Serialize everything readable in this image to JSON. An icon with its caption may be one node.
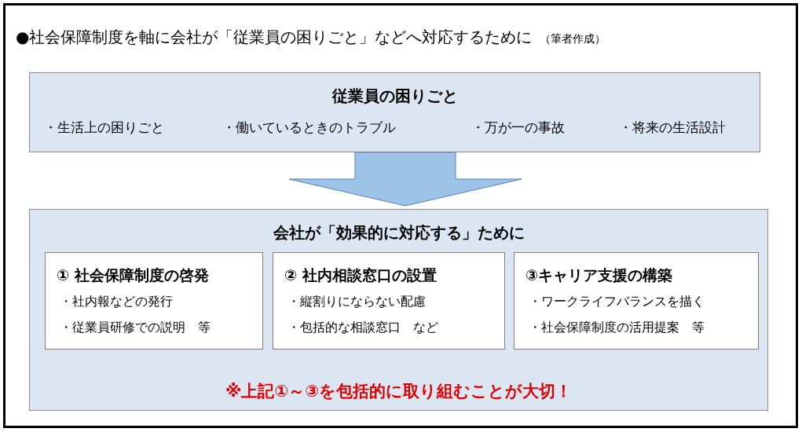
{
  "diagram": {
    "title": "●社会保障制度を軸に会社が「従業員の困りごと」などへ対応するために",
    "nodes": [
      {
        "text": [
          "従業員の困りごと",
          "・生活上の困りごと",
          "・働いているときのトラブル",
          "・万が一の事故",
          "・将来の生活設計"
        ]
      },
      {
        "text": [
          "会社が「効果的に対応する」ために",
          "※上記①～③を包括的に取り組むことが大切！"
        ]
      },
      {
        "text": [
          "① 社会保障制度の啓発",
          "・社内報などの発行",
          "・従業員研修での説明　等"
        ],
        "in": 1
      },
      {
        "text": [
          "② 社内相談窓口の設置",
          "・縦割りにならない配慮",
          "・包括的な相談窓口　など"
        ],
        "in": 1
      },
      {
        "text": [
          "③キャリア支援の構築",
          "・ワークライフバランスを描く",
          "・社会保障制度の活用提案　等"
        ],
        "in": 1
      }
    ],
    "edges": [
      {
        "from": 0,
        "to": 1,
        "arrow": "to"
      }
    ],
    "labels": [
      "（筆者作成）"
    ]
  }
}
